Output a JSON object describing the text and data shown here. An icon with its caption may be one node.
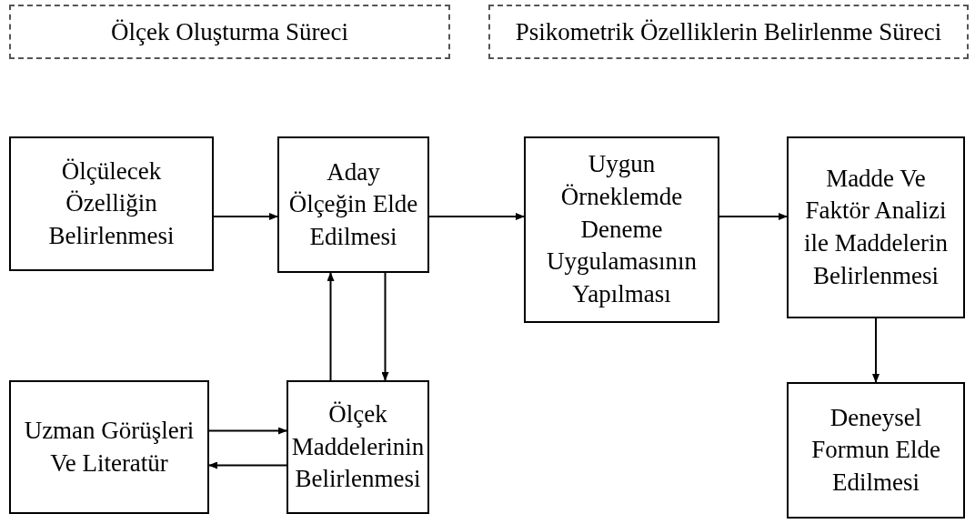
{
  "diagram": {
    "nodes": [
      {
        "text": [
          "Ölçek Oluşturma Süreci"
        ]
      },
      {
        "text": [
          "Psikometrik Özelliklerin Belirlenme Süreci"
        ]
      },
      {
        "text": [
          "Ölçülecek Özelliğin Belirlenmesi"
        ]
      },
      {
        "text": [
          "Aday Ölçeğin Elde Edilmesi"
        ]
      },
      {
        "text": [
          "Uygun Örneklemde Deneme Uygulamasının Yapılması"
        ]
      },
      {
        "text": [
          "Madde Ve Faktör Analizi ile Maddelerin Belirlenmesi"
        ]
      },
      {
        "text": [
          "Uzman Görüşleri Ve Literatür"
        ]
      },
      {
        "text": [
          "Ölçek Maddelerinin Belirlenmesi"
        ]
      },
      {
        "text": [
          "Deneysel Formun Elde Edilmesi"
        ]
      }
    ],
    "edges": [
      {
        "from": 2,
        "to": 3,
        "arrow": "to"
      },
      {
        "from": 3,
        "to": 4,
        "arrow": "to"
      },
      {
        "from": 4,
        "to": 5,
        "arrow": "to"
      },
      {
        "from": 7,
        "to": 3,
        "arrow": "to"
      },
      {
        "from": 3,
        "to": 7,
        "arrow": "to"
      },
      {
        "from": 6,
        "to": 7,
        "arrow": "to"
      },
      {
        "from": 7,
        "to": 6,
        "arrow": "to"
      },
      {
        "from": 5,
        "to": 8,
        "arrow": "to"
      }
    ]
  }
}
